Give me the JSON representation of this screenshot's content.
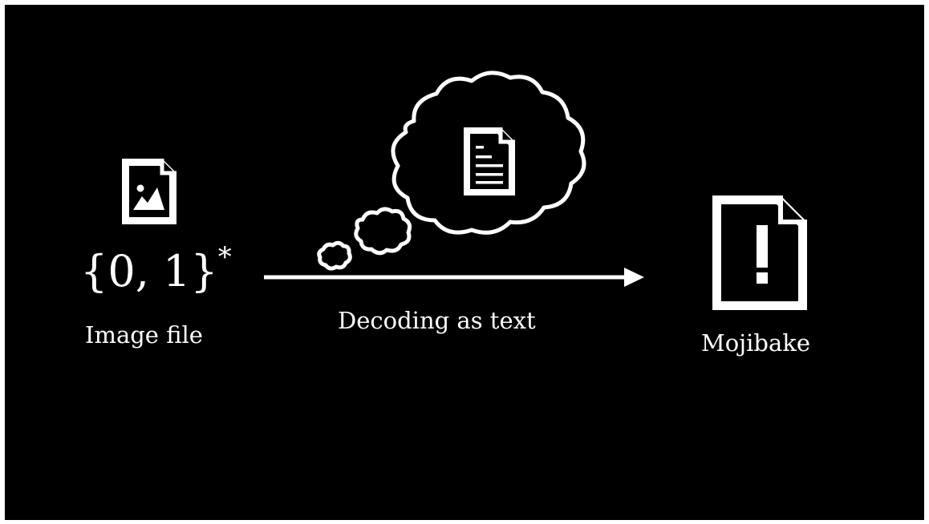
{
  "diagram": {
    "source": {
      "icon": "image-file-icon",
      "math_base": "{0, 1}",
      "math_superscript": "*",
      "label": "Image file"
    },
    "arrow": {
      "label": "Decoding as text",
      "thought": {
        "icon": "text-document-icon"
      }
    },
    "target": {
      "icon": "warning-document-icon",
      "label": "Mojibake"
    },
    "colors": {
      "background": "#000000",
      "foreground": "#ffffff"
    }
  }
}
